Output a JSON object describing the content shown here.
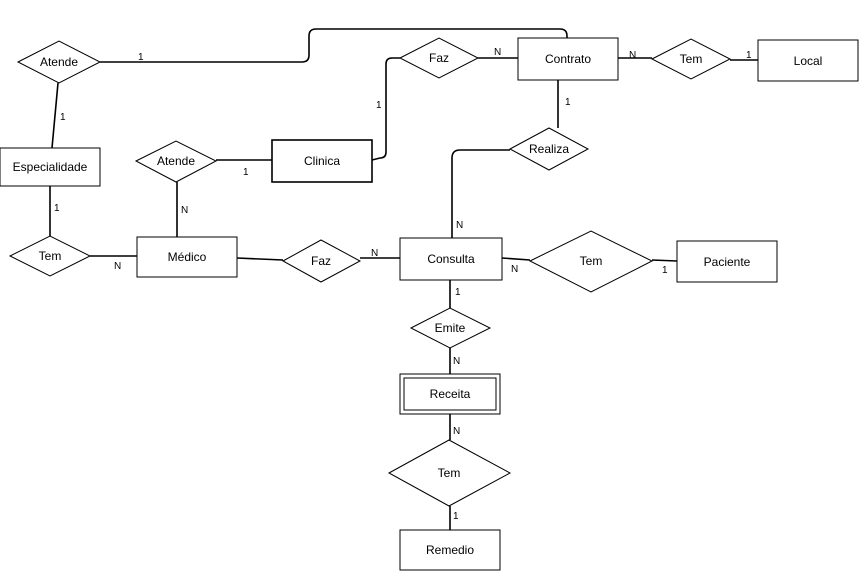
{
  "entities": {
    "contrato": "Contrato",
    "local": "Local",
    "especialidade": "Especialidade",
    "clinica": "Clinica",
    "medico": "Médico",
    "consulta": "Consulta",
    "paciente": "Paciente",
    "receita": "Receita",
    "remedio": "Remedio"
  },
  "relationships": {
    "atende_top": "Atende",
    "faz_top": "Faz",
    "tem_local": "Tem",
    "atende_clinica": "Atende",
    "realiza": "Realiza",
    "tem_especialidade": "Tem",
    "faz_consulta": "Faz",
    "tem_paciente": "Tem",
    "emite": "Emite",
    "tem_remedio": "Tem"
  },
  "cardinalities": {
    "atende_top_contrato": "1",
    "atende_top_especialidade": "1",
    "faz_top_contrato": "N",
    "faz_top_clinica": "1",
    "tem_local_contrato": "N",
    "tem_local_local": "1",
    "realiza_contrato": "1",
    "realiza_consulta": "N",
    "atende_clinica_clinica": "1",
    "atende_clinica_medico": "N",
    "tem_esp_especialidade": "1",
    "tem_esp_medico": "N",
    "faz_consulta_consulta": "N",
    "tem_paciente_consulta": "N",
    "tem_paciente_paciente": "1",
    "emite_consulta": "1",
    "emite_receita": "N",
    "tem_remedio_receita": "N",
    "tem_remedio_remedio": "1"
  }
}
